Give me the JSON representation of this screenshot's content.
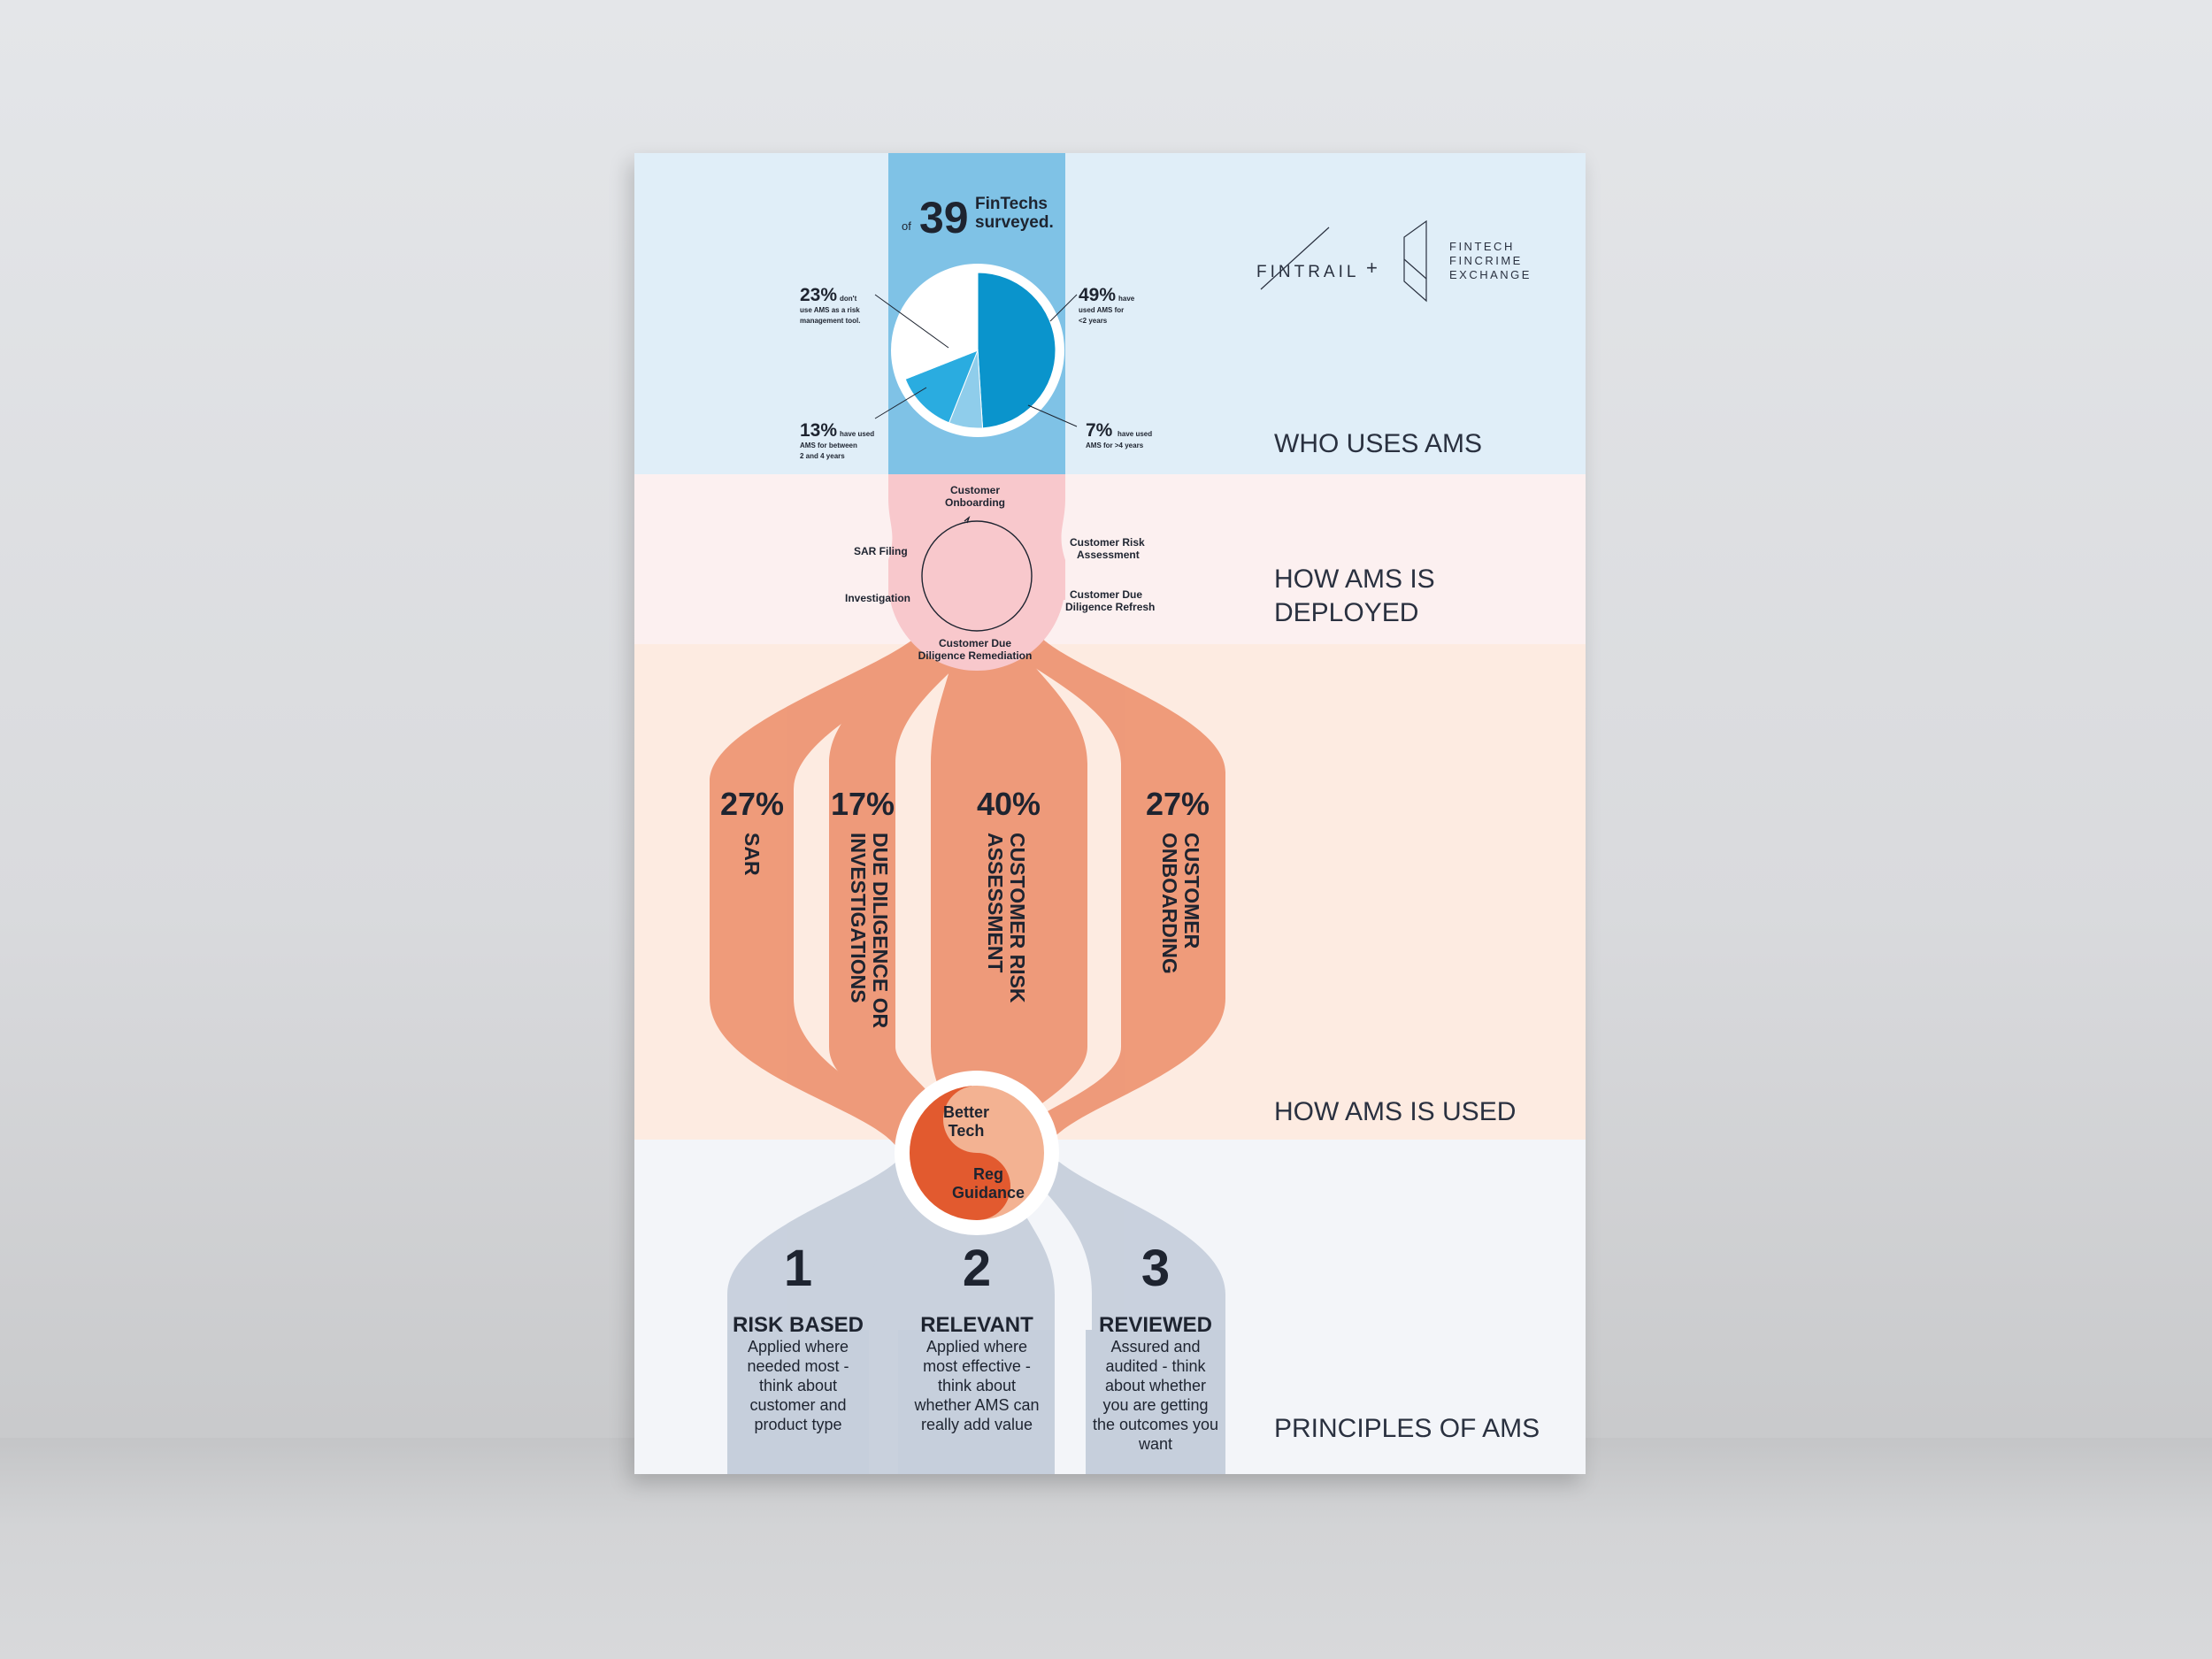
{
  "header": {
    "total_prefix": "of",
    "total_number": "39",
    "total_line1": "FinTechs",
    "total_line2": "surveyed."
  },
  "logos": {
    "fintrail": "FINTRAIL",
    "plus": "+",
    "ffe_line1": "FINTECH",
    "ffe_line2": "FINCRIME",
    "ffe_line3": "EXCHANGE"
  },
  "sections": {
    "who": "WHO USES AMS",
    "deployed_line1": "HOW AMS IS",
    "deployed_line2": "DEPLOYED",
    "used": "HOW AMS IS USED",
    "principles": "PRINCIPLES OF AMS"
  },
  "pie": {
    "labels": [
      {
        "pct": "23%",
        "desc": [
          "don't",
          "use AMS as a risk",
          "management tool."
        ]
      },
      {
        "pct": "49%",
        "desc": [
          "have",
          "used AMS for",
          "<2 years"
        ]
      },
      {
        "pct": "13%",
        "desc": [
          "have used",
          "AMS for between",
          "2 and 4 years"
        ]
      },
      {
        "pct": "7%",
        "desc": [
          "have used",
          "AMS for >4 years"
        ]
      }
    ],
    "slices": [
      {
        "value": 49,
        "color": "#0a94cc"
      },
      {
        "value": 7,
        "color": "#8fcdeb"
      },
      {
        "value": 13,
        "color": "#2aace0"
      },
      {
        "value": 8,
        "color": "#ffffff"
      },
      {
        "value": 23,
        "color": "#ffffff"
      }
    ]
  },
  "cycle": {
    "items": [
      [
        "Customer",
        "Onboarding"
      ],
      [
        "Customer Risk",
        "Assessment"
      ],
      [
        "Customer Due",
        "Diligence Refresh"
      ],
      [
        "Customer Due",
        "Diligence Remediation"
      ],
      [
        "Investigation"
      ],
      [
        "SAR Filing"
      ]
    ]
  },
  "uses": [
    {
      "pct": "27%",
      "label": [
        "SAR"
      ]
    },
    {
      "pct": "17%",
      "label": [
        "DUE DILIGENCE OR",
        "INVESTIGATIONS"
      ]
    },
    {
      "pct": "40%",
      "label": [
        "CUSTOMER RISK",
        "ASSESSMENT"
      ]
    },
    {
      "pct": "27%",
      "label": [
        "CUSTOMER",
        "ONBOARDING"
      ]
    }
  ],
  "balance": {
    "top": [
      "Better",
      "Tech"
    ],
    "bottom": [
      "Reg",
      "Guidance"
    ]
  },
  "principles": [
    {
      "num": "1",
      "title": "RISK BASED",
      "desc": [
        "Applied where",
        "needed most -",
        "think about",
        "customer and",
        "product type"
      ]
    },
    {
      "num": "2",
      "title": "RELEVANT",
      "desc": [
        "Applied where",
        "most effective -",
        "think about",
        "whether AMS can",
        "really add value"
      ]
    },
    {
      "num": "3",
      "title": "REVIEWED",
      "desc": [
        "Assured and",
        "audited - think",
        "about whether",
        "you are getting",
        "the outcomes you",
        "want"
      ]
    }
  ]
}
